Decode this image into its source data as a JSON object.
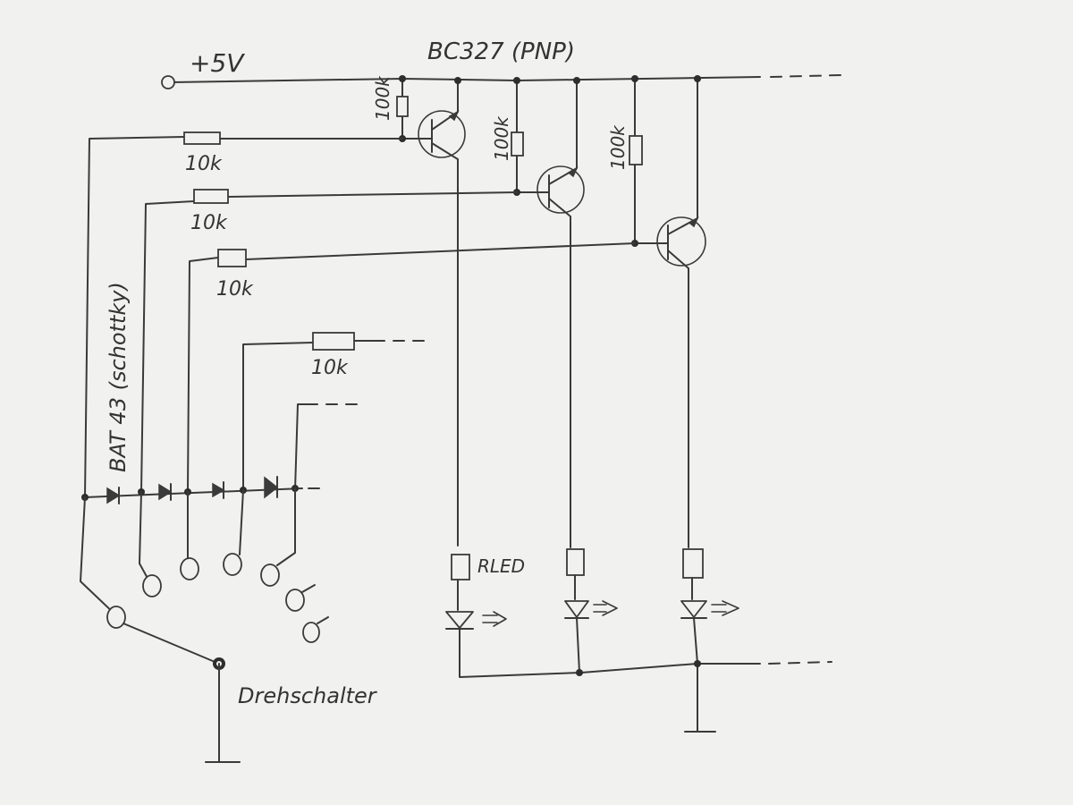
{
  "labels": {
    "supply": "+5V",
    "transistor_type": "BC327 (PNP)",
    "diode_type": "BAT 43 (schottky)",
    "switch": "Drehschalter",
    "r_led": "RLED"
  },
  "base_resistors": [
    "10k",
    "10k",
    "10k",
    "10k"
  ],
  "pullup_resistors": [
    "100k",
    "100k",
    "100k"
  ]
}
